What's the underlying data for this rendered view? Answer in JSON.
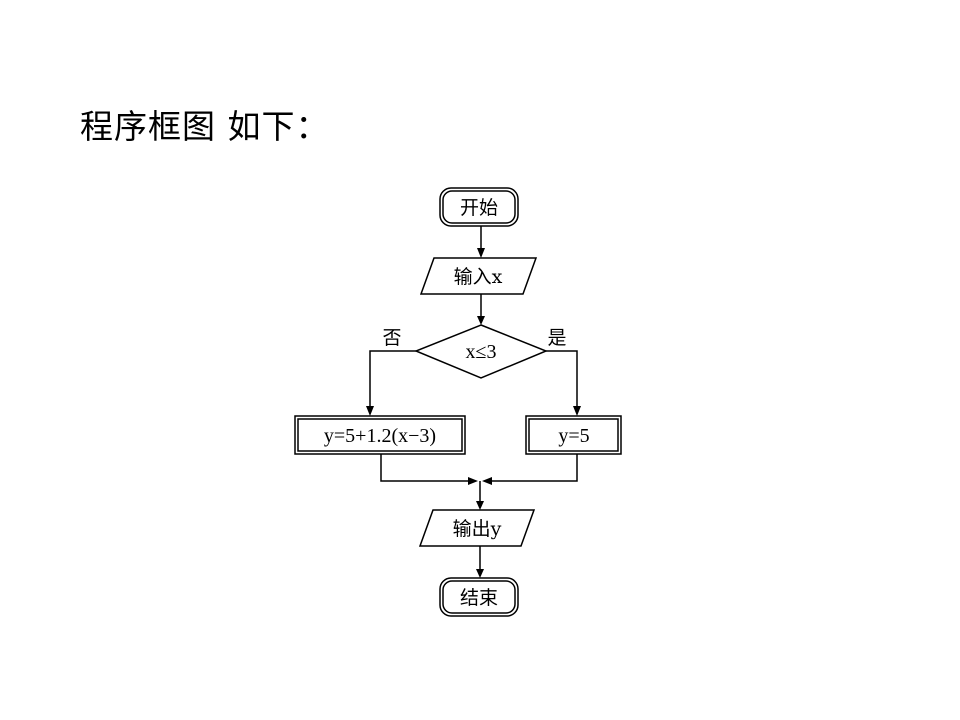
{
  "slide": {
    "heading": "程序框图 如下："
  },
  "flowchart": {
    "start": "开始",
    "input": "输入x",
    "condition": "x≤3",
    "no_label": "否",
    "yes_label": "是",
    "branch_no": "y=5+1.2(x−3)",
    "branch_yes": "y=5",
    "output": "输出y",
    "end": "结束"
  }
}
